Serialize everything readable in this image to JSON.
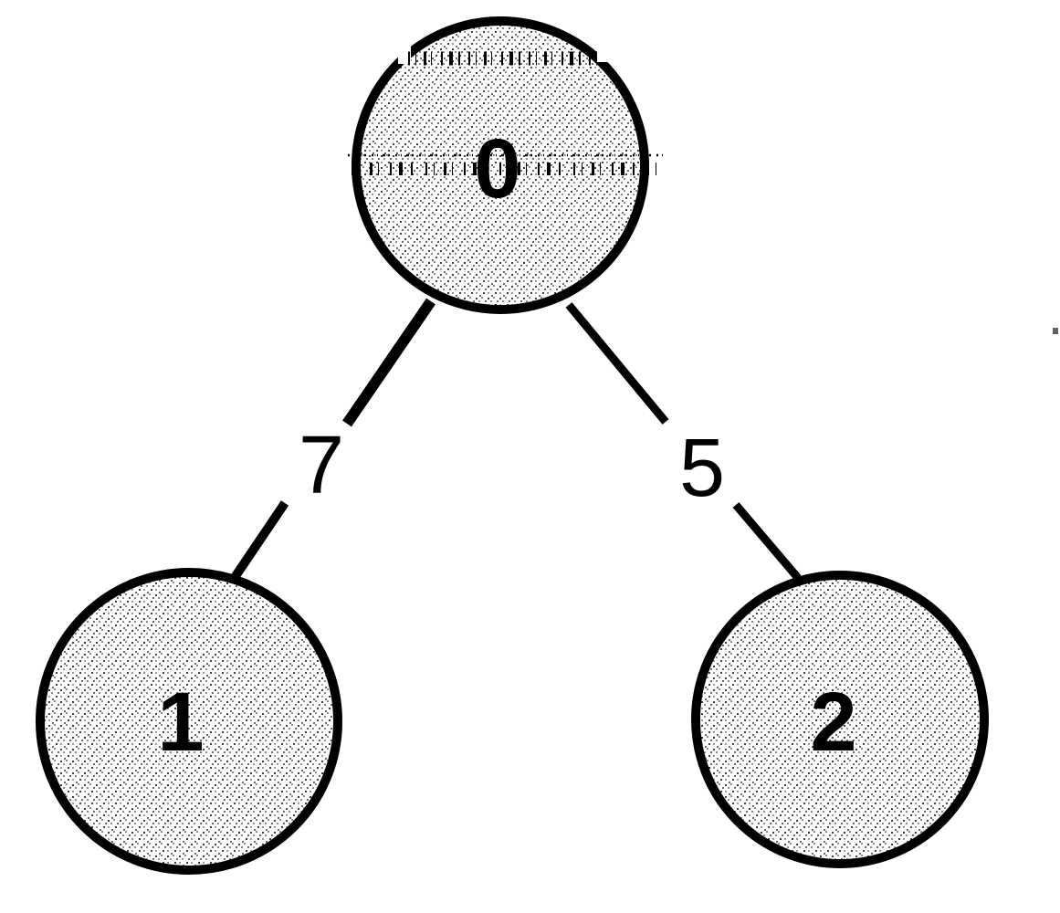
{
  "diagram": {
    "type": "weighted-graph",
    "nodes": [
      {
        "id": "0",
        "label": "0"
      },
      {
        "id": "1",
        "label": "1"
      },
      {
        "id": "2",
        "label": "2"
      }
    ],
    "edges": [
      {
        "from": "0",
        "to": "1",
        "weight": "7"
      },
      {
        "from": "0",
        "to": "2",
        "weight": "5"
      }
    ],
    "colors": {
      "background": "#ffffff",
      "stroke": "#000000",
      "node_fill_effective": "#d9d9d9"
    }
  }
}
